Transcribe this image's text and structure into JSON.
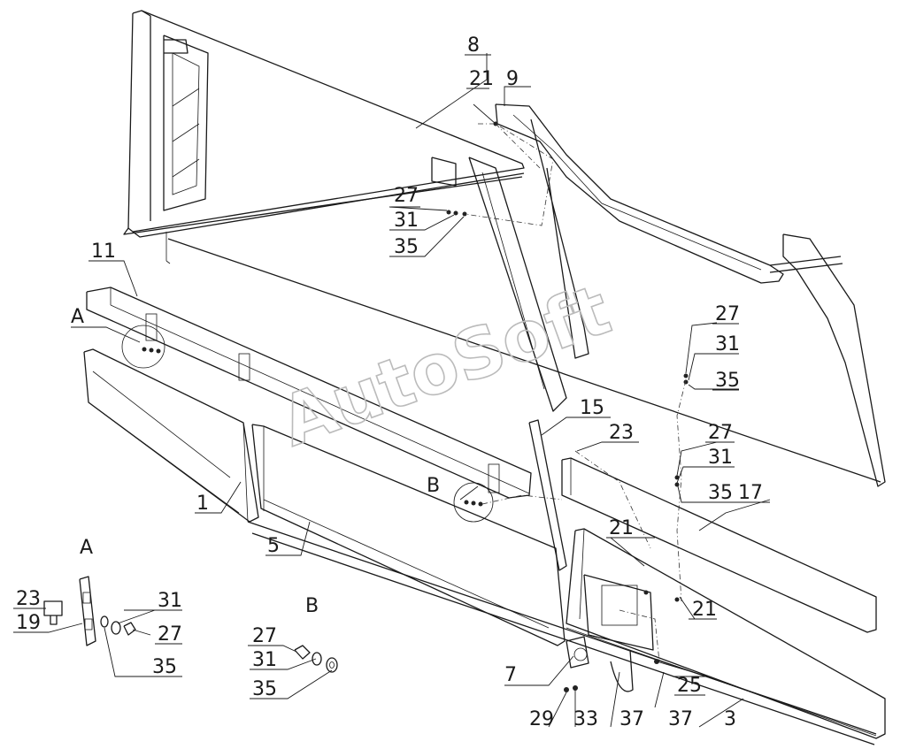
{
  "watermark": "AutoSoft",
  "views": {
    "A": "A",
    "B": "B"
  },
  "callouts": {
    "p1": "1",
    "p3": "3",
    "p5": "5",
    "p7": "7",
    "p8": "8",
    "p9": "9",
    "p11": "11",
    "p15": "15",
    "p17": "17",
    "p19": "19",
    "p21a": "21",
    "p21b": "21",
    "p21c": "21",
    "p23a": "23",
    "p23b": "23",
    "p25": "25",
    "p27a": "27",
    "p27b": "27",
    "p27c": "27",
    "p27d": "27",
    "p27e": "27",
    "p29": "29",
    "p31a": "31",
    "p31b": "31",
    "p31c": "31",
    "p31d": "31",
    "p31e": "31",
    "p33": "33",
    "p35a": "35",
    "p35b": "35",
    "p35c": "35",
    "p35d": "35",
    "p35e": "35",
    "p37a": "37",
    "p37b": "37"
  }
}
